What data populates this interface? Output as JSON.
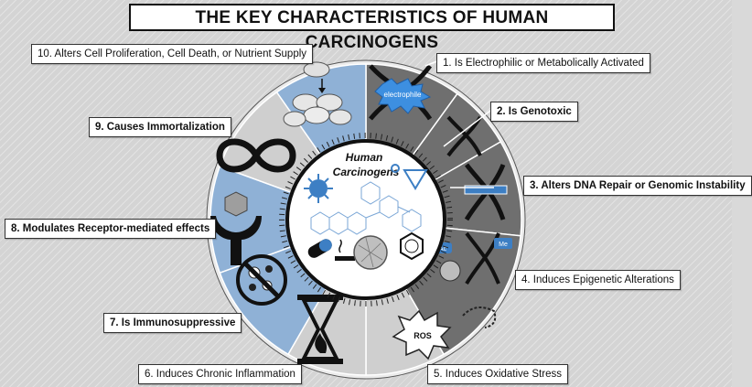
{
  "title": "THE KEY CHARACTERISTICS OF HUMAN CARCINOGENS",
  "center": {
    "line1": "Human",
    "line2": "Carcinogens"
  },
  "segment_text": {
    "electrophile": "electrophile",
    "ac": "Ac",
    "me": "Me",
    "ros": "ROS"
  },
  "characteristics": [
    {
      "label": "1. Is Electrophilic or Metabolically Activated",
      "bold": false
    },
    {
      "label": "2. Is Genotoxic",
      "bold": true
    },
    {
      "label": "3. Alters DNA Repair or Genomic Instability",
      "bold": true
    },
    {
      "label": "4. Induces Epigenetic Alterations",
      "bold": false
    },
    {
      "label": "5. Induces Oxidative Stress",
      "bold": false
    },
    {
      "label": "6. Induces Chronic Inflammation",
      "bold": false
    },
    {
      "label": "7. Is Immunosuppressive",
      "bold": true
    },
    {
      "label": "8. Modulates Receptor-mediated effects",
      "bold": true
    },
    {
      "label": "9. Causes Immortalization",
      "bold": true
    },
    {
      "label": "10. Alters Cell Proliferation, Cell Death, or Nutrient Supply",
      "bold": false
    }
  ],
  "colors": {
    "dark_segment": "#6f6f6f",
    "light_segment": "#cfcfcf",
    "blue_segment": "#8fb1d6",
    "ring": "#3a3a3a"
  },
  "icons": [
    "electrophile-burst-icon",
    "dna-helix-icon",
    "infinity-icon",
    "receptor-icon",
    "hourglass-flame-icon",
    "ros-burst-icon",
    "virus-icon",
    "pill-icon",
    "cigarette-icon",
    "asbestos-icon",
    "benzene-icon"
  ]
}
